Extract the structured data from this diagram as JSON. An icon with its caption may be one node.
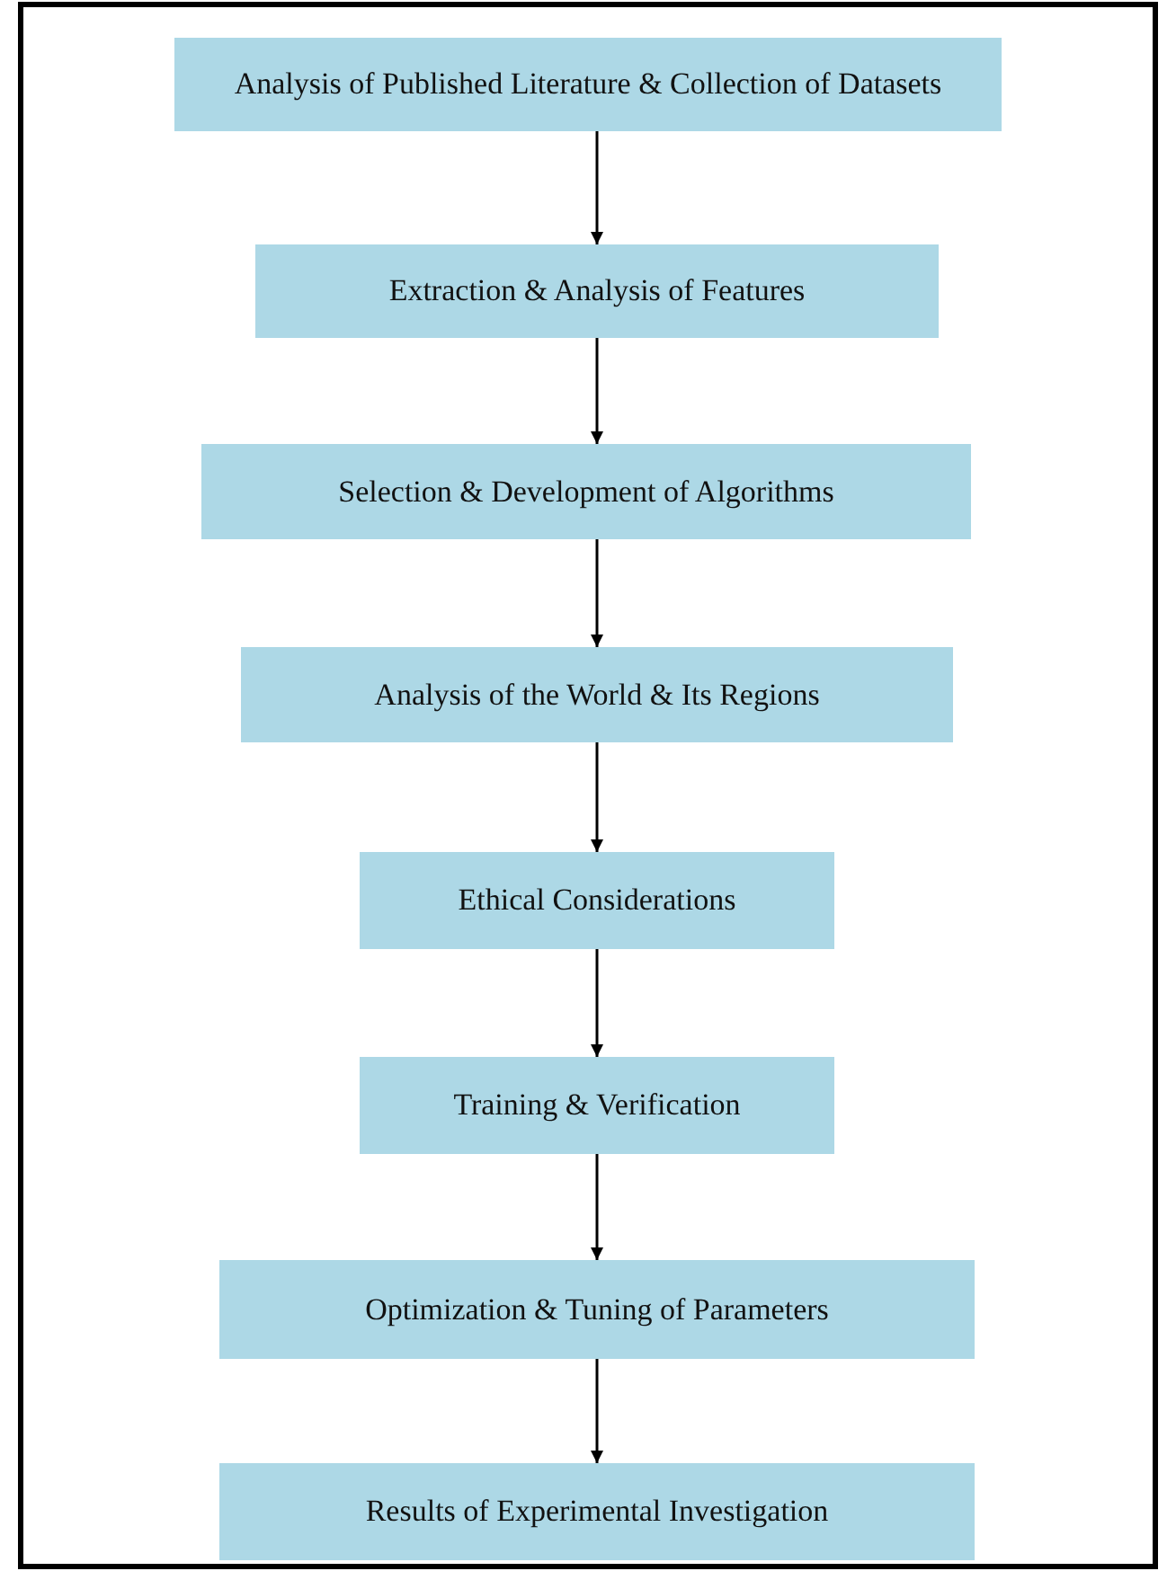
{
  "diagram": {
    "nodes": [
      {
        "text": [
          "Analysis of Published Literature & Collection of Datasets"
        ]
      },
      {
        "text": [
          "Extraction & Analysis of Features"
        ]
      },
      {
        "text": [
          "Selection & Development of Algorithms"
        ]
      },
      {
        "text": [
          "Analysis of the World & Its Regions"
        ]
      },
      {
        "text": [
          "Ethical Considerations"
        ]
      },
      {
        "text": [
          "Training & Verification"
        ]
      },
      {
        "text": [
          "Optimization & Tuning of Parameters"
        ]
      },
      {
        "text": [
          "Results of Experimental Investigation"
        ]
      }
    ],
    "edges": [
      {
        "from": 0,
        "to": 1,
        "arrow": "to"
      },
      {
        "from": 1,
        "to": 2,
        "arrow": "to"
      },
      {
        "from": 2,
        "to": 3,
        "arrow": "to"
      },
      {
        "from": 3,
        "to": 4,
        "arrow": "to"
      },
      {
        "from": 4,
        "to": 5,
        "arrow": "to"
      },
      {
        "from": 5,
        "to": 6,
        "arrow": "to"
      },
      {
        "from": 6,
        "to": 7,
        "arrow": "to"
      }
    ]
  }
}
